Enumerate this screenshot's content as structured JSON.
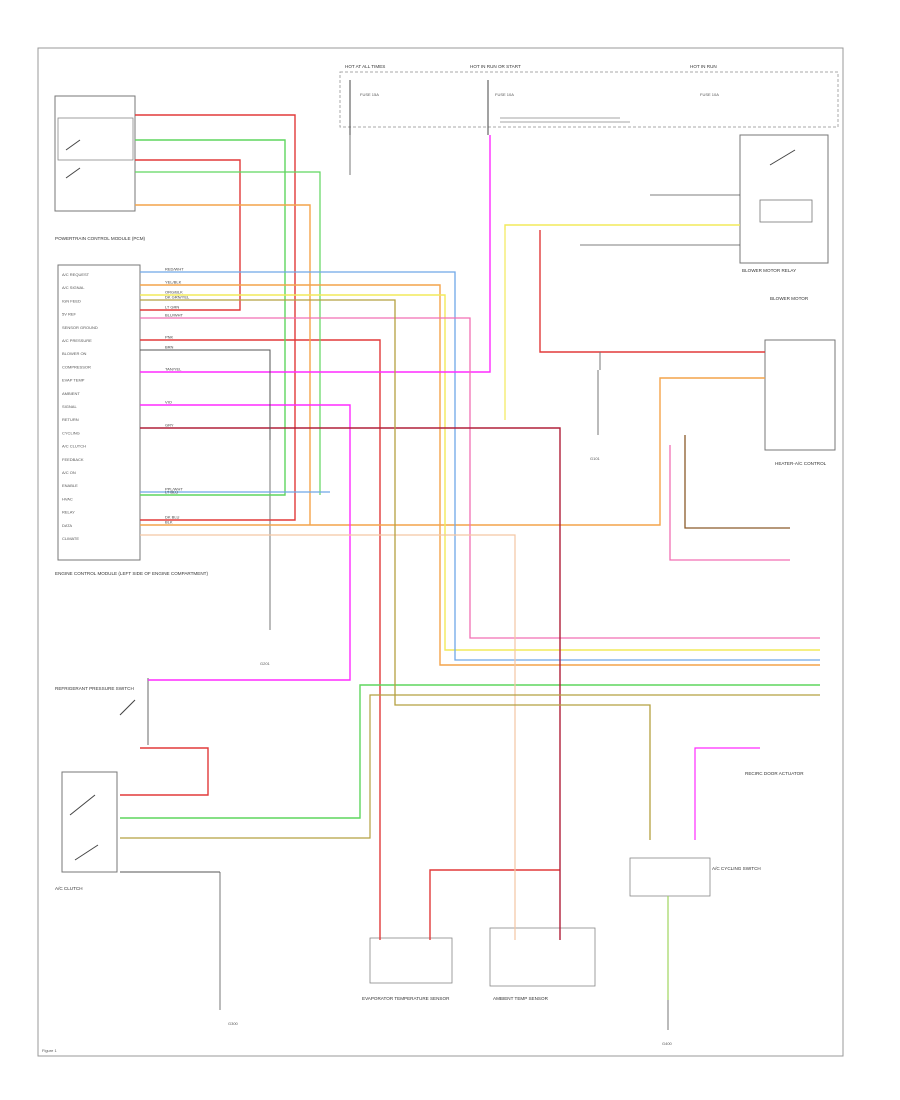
{
  "diagram": {
    "figure_id": "Figure 1",
    "fuse_panel": {
      "left_label": "HOT AT ALL TIMES",
      "mid_label": "HOT IN RUN OR START",
      "right_label": "HOT IN RUN",
      "fuse1": "FUSE 15A",
      "fuse2": "FUSE 10A",
      "fuse3": "FUSE 10A"
    },
    "blocks": {
      "relay_top_left": "",
      "pcm": "POWERTRAIN CONTROL MODULE (PCM)",
      "pcm_footer": "ENGINE CONTROL MODULE (LEFT SIDE OF ENGINE COMPARTMENT)",
      "blower_relay": "BLOWER MOTOR RELAY",
      "blower_motor": "BLOWER MOTOR",
      "hvac_module": "HEATER-A/C CONTROL",
      "pressure_switch": "REFRIGERANT PRESSURE SWITCH",
      "ac_clutch": "A/C CLUTCH",
      "evap_sensor": "EVAPORATOR TEMPERATURE SENSOR",
      "ambient_sensor": "AMBIENT TEMP SENSOR",
      "cycling_switch": "A/C CYCLING SWITCH",
      "recirc_door": "RECIRC DOOR ACTUATOR",
      "ground_g1": "G101",
      "ground_g2": "G201",
      "ground_g3": "G300",
      "ground_g4": "G400"
    },
    "pcm_pins": [
      "A/C REQUEST",
      "A/C SIGNAL",
      "IGN FEED",
      "5V REF",
      "SENSOR GROUND",
      "A/C PRESSURE",
      "BLOWER ON",
      "COMPRESSOR",
      "EVAP TEMP",
      "AMBIENT",
      "SIGNAL",
      "RETURN",
      "CYCLING",
      "A/C CLUTCH",
      "FEEDBACK",
      "A/C ON",
      "ENABLE",
      "HVAC",
      "RELAY",
      "DATA",
      "CLIMATE"
    ],
    "wire_codes": [
      "RED/WHT",
      "YEL/BLK",
      "ORG/BLK",
      "DK GRN/YEL",
      "LT GRN",
      "BLU/WHT",
      "PNK",
      "BRN",
      "TAN/YEL",
      "VIO",
      "GRY",
      "PPL/WHT",
      "LT BLU",
      "DK BLU",
      "BLK"
    ]
  },
  "colors": {
    "wire_red": "#e23a3a",
    "wire_yellow": "#f2ea5a",
    "wire_green": "#5fd65f",
    "wire_orange": "#f4a44a",
    "wire_blue": "#6fa8e8",
    "wire_pink": "#f26fb3",
    "wire_magenta": "#ff2bff",
    "wire_tan": "#c9a06a",
    "wire_darkred": "#b0203a",
    "wire_brown": "#8a5a2a",
    "wire_olive": "#b5a040"
  }
}
